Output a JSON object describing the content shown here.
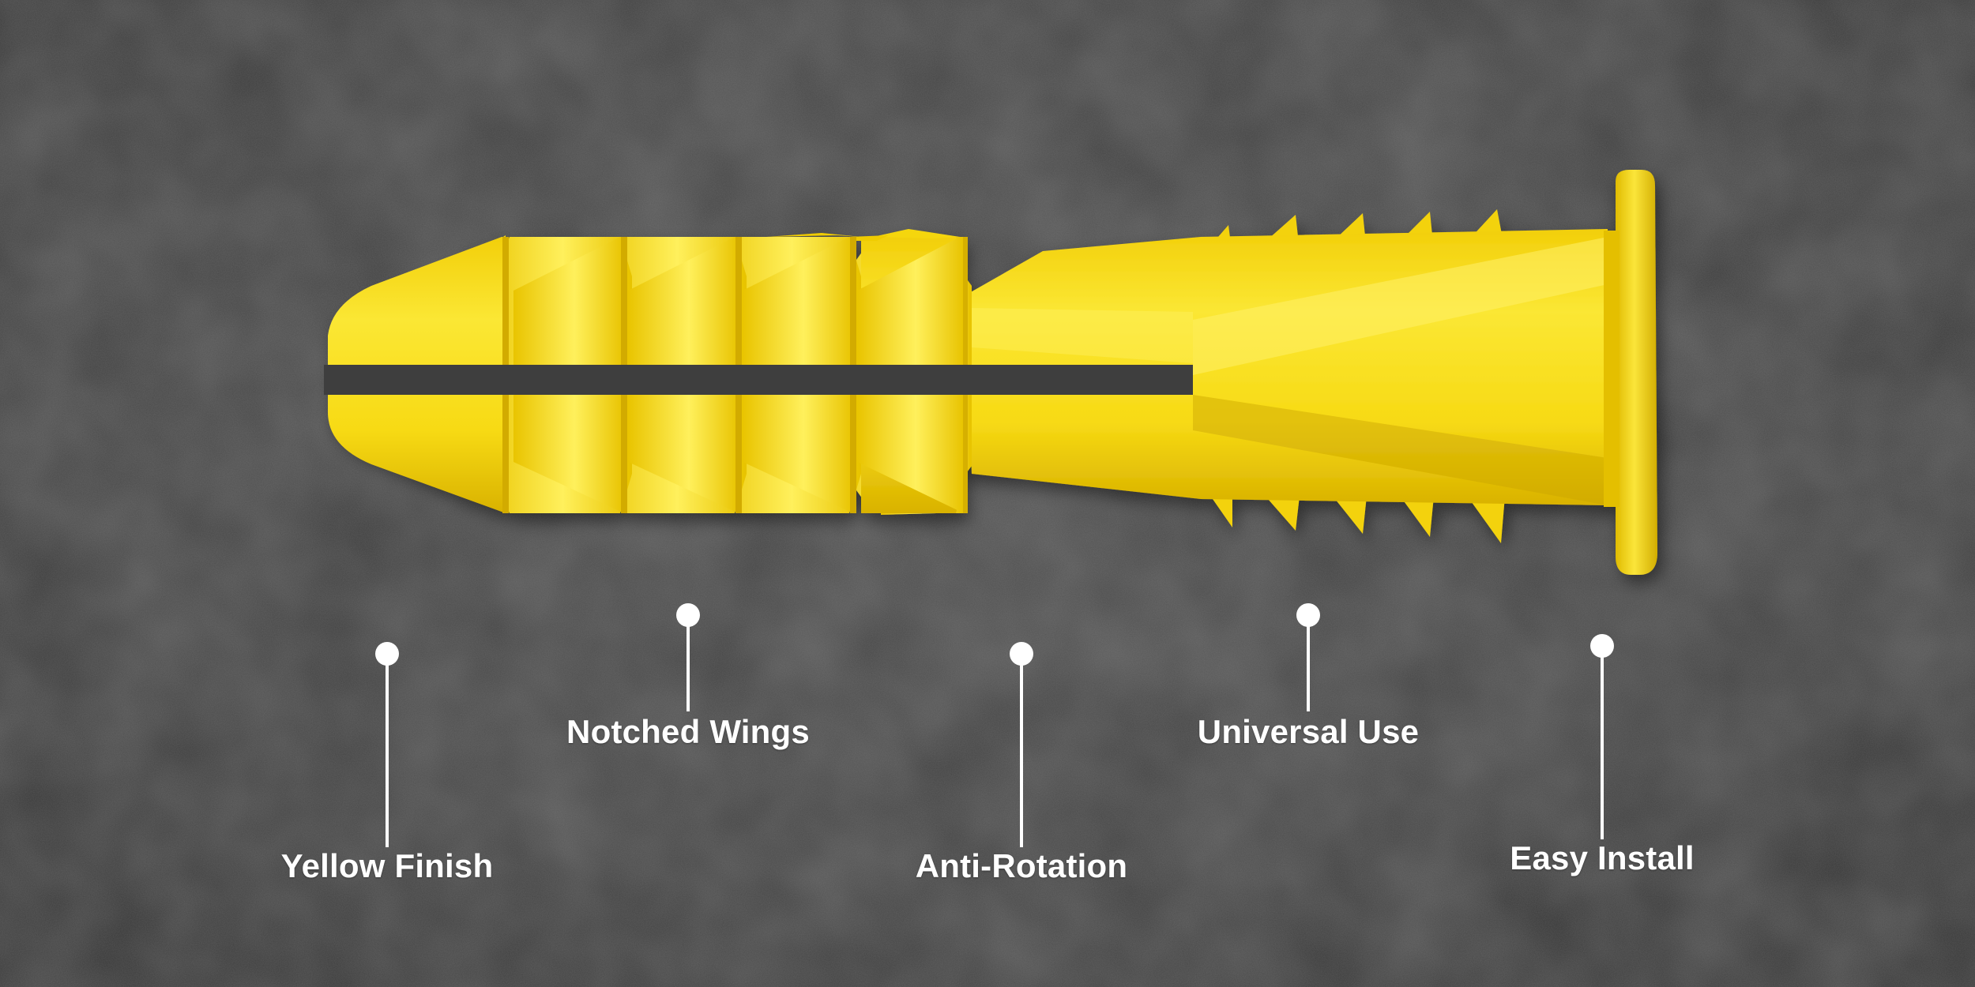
{
  "colors": {
    "background": "#3d3d3d",
    "anchor": "#f7dc1a",
    "callout": "#ffffff"
  },
  "callouts": [
    {
      "id": "yellow-finish",
      "label": "Yellow Finish"
    },
    {
      "id": "notched-wings",
      "label": "Notched Wings"
    },
    {
      "id": "anti-rotation",
      "label": "Anti-Rotation"
    },
    {
      "id": "universal-use",
      "label": "Universal Use"
    },
    {
      "id": "easy-install",
      "label": "Easy Install"
    }
  ]
}
